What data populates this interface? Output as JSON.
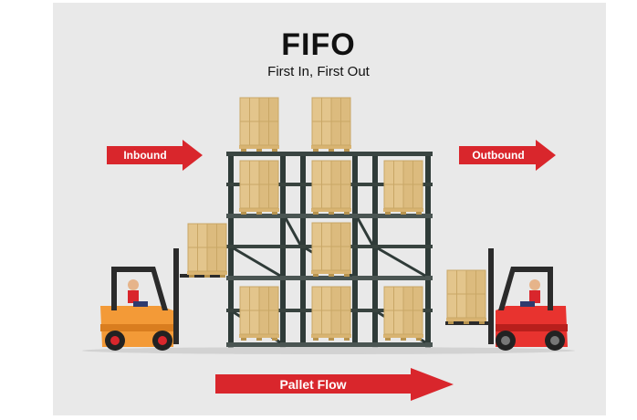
{
  "title": "FIFO",
  "subtitle": "First In, First Out",
  "labels": {
    "inbound": "Inbound",
    "outbound": "Outbound",
    "pallet_flow": "Pallet Flow"
  },
  "colors": {
    "background": "#e9e9e9",
    "arrow_red": "#d9262c",
    "rack_frame": "#2f3b38",
    "rack_beam": "#4a5552",
    "box": "#e3c58c",
    "box_shadow": "#c9a766",
    "pallet": "#d9b472",
    "forklift_left": "#f39a37",
    "forklift_right": "#e8332f"
  },
  "icons": [
    "forklift-icon",
    "pallet-box-icon",
    "warehouse-rack-icon",
    "arrow-right-icon"
  ]
}
